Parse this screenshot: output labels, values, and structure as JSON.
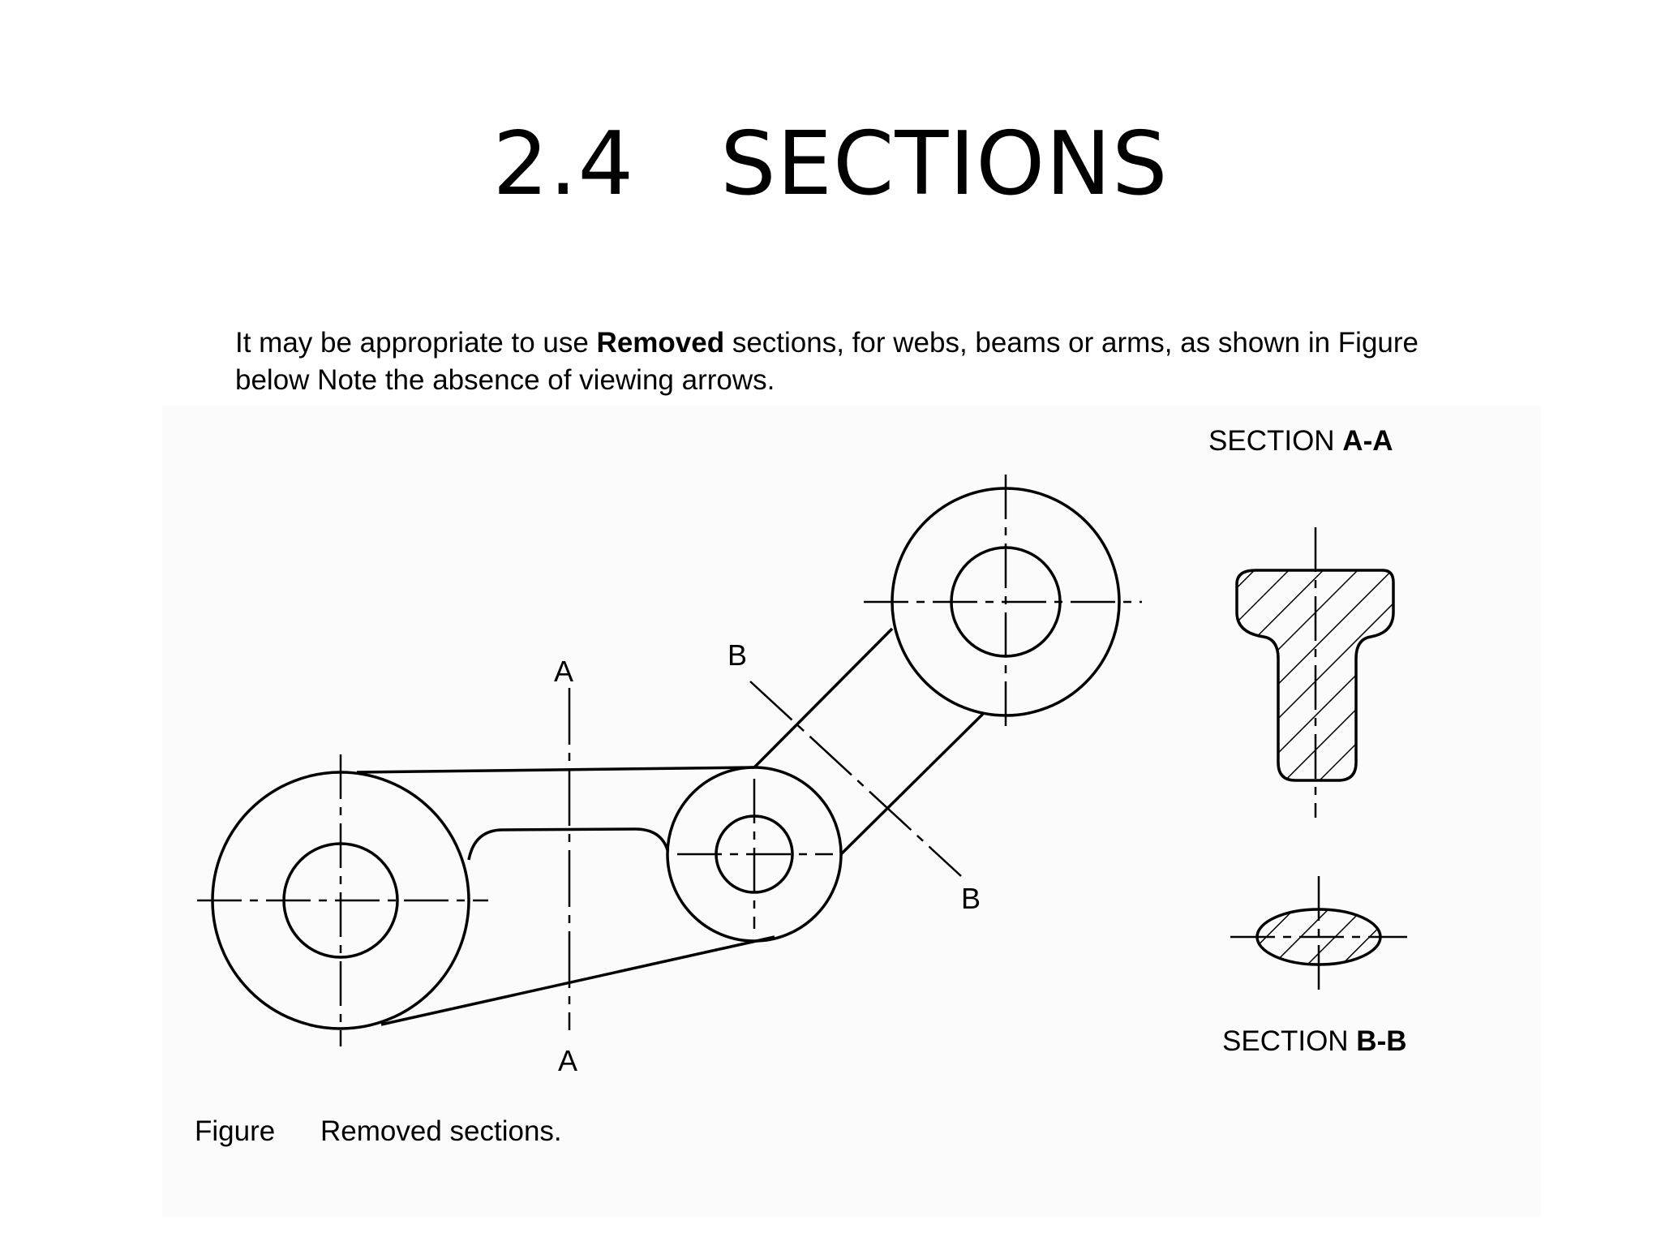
{
  "title": "2.4   SECTIONS",
  "intro": {
    "before": "It may be appropriate to use ",
    "bold": "Removed",
    "after": " sections, for webs, beams or arms, as shown in Figure below Note the absence of viewing arrows."
  },
  "section_aa": {
    "prefix": "SECTION ",
    "id": "A-A"
  },
  "section_bb": {
    "prefix": "SECTION ",
    "id": "B-B"
  },
  "cut_labels": {
    "a_top": "A",
    "a_bottom": "A",
    "b_top": "B",
    "b_bottom": "B"
  },
  "caption": {
    "word": "Figure",
    "text": "Removed sections."
  }
}
